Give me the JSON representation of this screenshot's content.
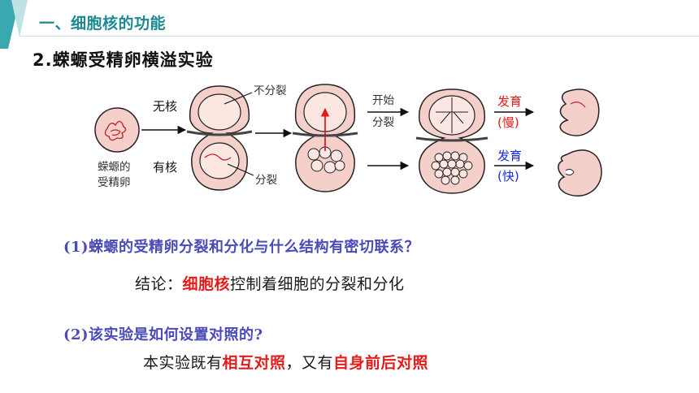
{
  "header": {
    "section_title": "一、细胞核的功能",
    "subtitle": "2.蝾螈受精卵横溢实验"
  },
  "diagram": {
    "egg_label": [
      "蝾螈的",
      "受精卵"
    ],
    "no_nucleus": "无核",
    "has_nucleus": "有核",
    "no_division": "不分裂",
    "division": "分裂",
    "start_division": [
      "开始",
      "分裂"
    ],
    "develop_slow": [
      "发育",
      "(慢)"
    ],
    "develop_fast": [
      "发育",
      "(快)"
    ],
    "colors": {
      "red": "#e31c1c",
      "blue": "#1c2ad6",
      "pink": "#f5cfc9",
      "outline": "#222222"
    }
  },
  "questions": {
    "q1": "(1)蝾螈的受精卵分裂和分化与什么结构有密切联系？",
    "a1_prefix": "结论：",
    "a1_highlight": "细胞核",
    "a1_suffix": "控制着细胞的分裂和分化",
    "q2": "(2)该实验是如何设置对照的?",
    "a2_prefix": "本实验既有",
    "a2_highlight1": "相互对照",
    "a2_middle": "，又有",
    "a2_highlight2": "自身前后对照"
  }
}
